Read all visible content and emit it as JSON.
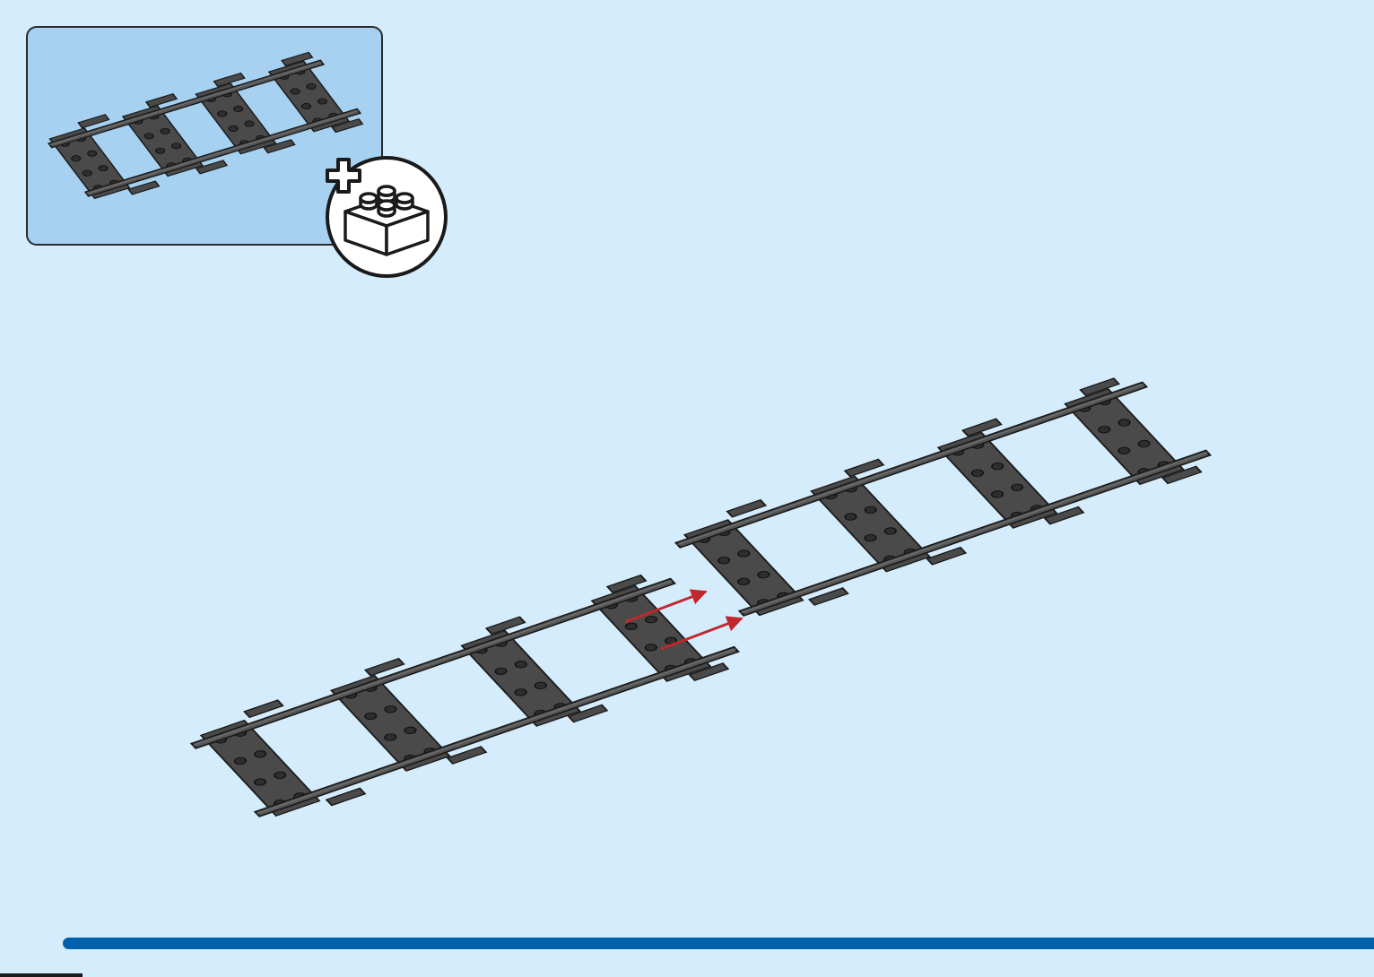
{
  "instruction": {
    "page_number": "",
    "callout": {
      "part_name": "straight-track",
      "quantity": 1,
      "track_color": "#4a4a4a"
    },
    "badge": {
      "symbol": "plus",
      "icon": "brick-2x2-icon"
    },
    "assembly": {
      "pieces": 2,
      "connector_arrows": 2,
      "arrow_color": "#c1272d"
    },
    "colors": {
      "background": "#d4ecfb",
      "callout_fill": "#a6d1f1",
      "rule": "#0060ac",
      "track": "#4a4a4a",
      "outline": "#1a1a1a"
    }
  }
}
